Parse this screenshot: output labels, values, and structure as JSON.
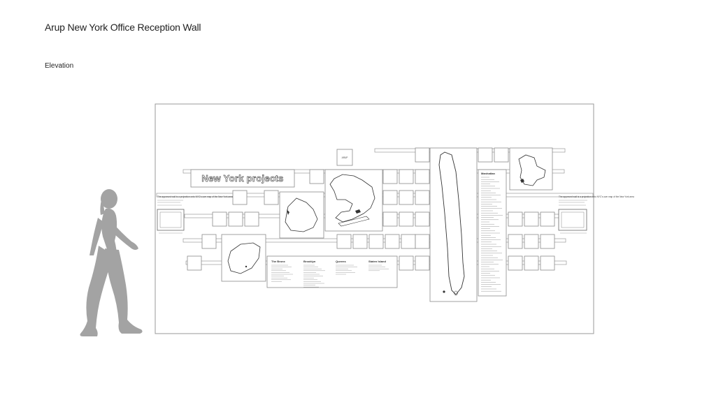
{
  "page": {
    "title": "Arup New York Office Reception Wall",
    "subtitle": "Elevation"
  },
  "wall": {
    "banner_text": "New York projects",
    "small_sign_text": "ARUP",
    "left_panel_note": "The approved wall is a projection onto NYC's own map of the New York area",
    "right_panel_note": "The approved wall is a projection onto NYC's own map of the New York area",
    "boroughs": [
      {
        "name": "The Bronx"
      },
      {
        "name": "Brooklyn"
      },
      {
        "name": "Queens"
      },
      {
        "name": "Staten Island"
      }
    ],
    "manhattan_list_title": "Manhattan"
  }
}
